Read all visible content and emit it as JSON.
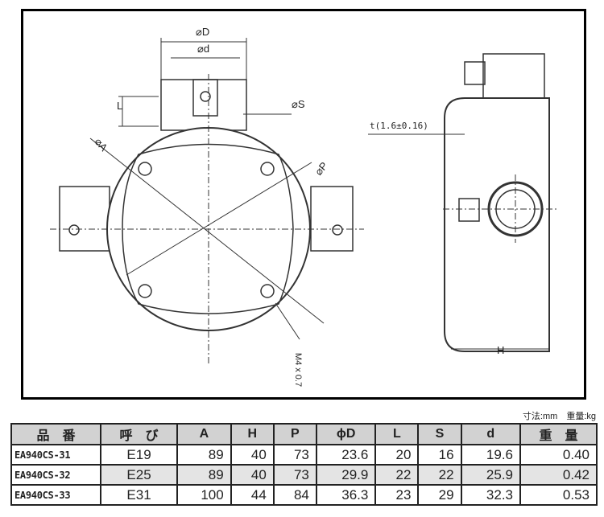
{
  "drawing": {
    "labels": {
      "D": "⌀D",
      "d": "⌀d",
      "L": "L",
      "S": "⌀S",
      "A": "⌀A",
      "P": "⌀P",
      "M": "M4 x 0.7",
      "t": "t(1.6±0.16)",
      "H": "H"
    }
  },
  "units": "寸法:mm　重量:kg",
  "table": {
    "headers": [
      "品　番",
      "呼　び",
      "A",
      "H",
      "P",
      "ϕD",
      "L",
      "S",
      "d",
      "重　量"
    ],
    "rows": [
      [
        "EA940CS-31",
        "E19",
        "89",
        "40",
        "73",
        "23.6",
        "20",
        "16",
        "19.6",
        "0.40"
      ],
      [
        "EA940CS-32",
        "E25",
        "89",
        "40",
        "73",
        "29.9",
        "22",
        "22",
        "25.9",
        "0.42"
      ],
      [
        "EA940CS-33",
        "E31",
        "100",
        "44",
        "84",
        "36.3",
        "23",
        "29",
        "32.3",
        "0.53"
      ]
    ]
  }
}
